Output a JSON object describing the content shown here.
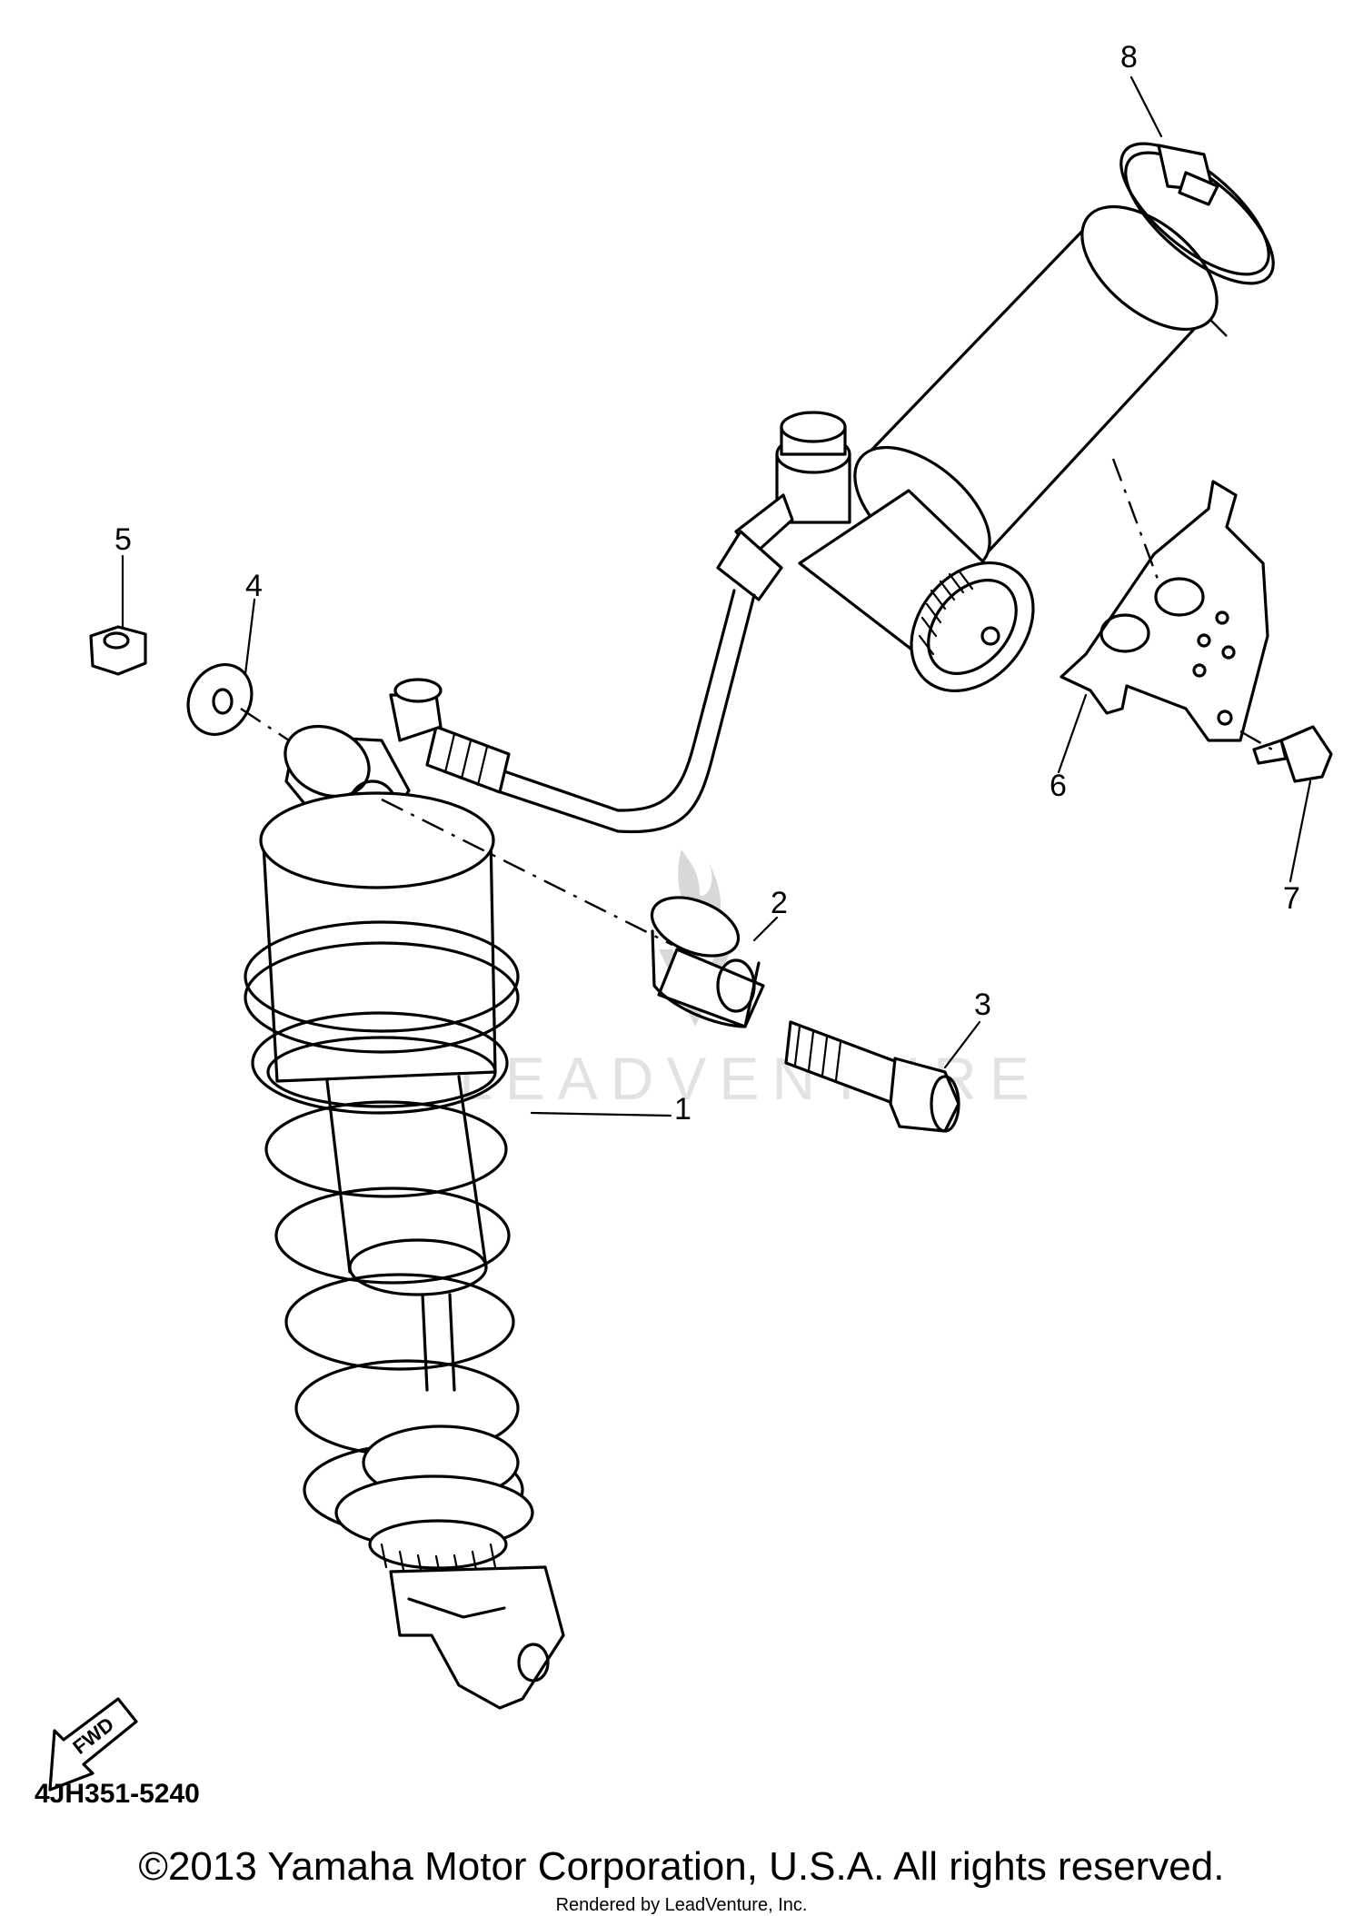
{
  "diagram": {
    "callouts": [
      {
        "id": "1",
        "label": "1"
      },
      {
        "id": "2",
        "label": "2"
      },
      {
        "id": "3",
        "label": "3"
      },
      {
        "id": "4",
        "label": "4"
      },
      {
        "id": "5",
        "label": "5"
      },
      {
        "id": "6",
        "label": "6"
      },
      {
        "id": "7",
        "label": "7"
      },
      {
        "id": "8",
        "label": "8"
      }
    ],
    "fwd_label": "FWD",
    "watermark": "LEADVENTURE"
  },
  "footer": {
    "diagram_code": "4JH351-5240",
    "copyright": "©2013 Yamaha Motor Corporation, U.S.A. All rights reserved.",
    "rendered_by": "Rendered by LeadVenture, Inc."
  }
}
